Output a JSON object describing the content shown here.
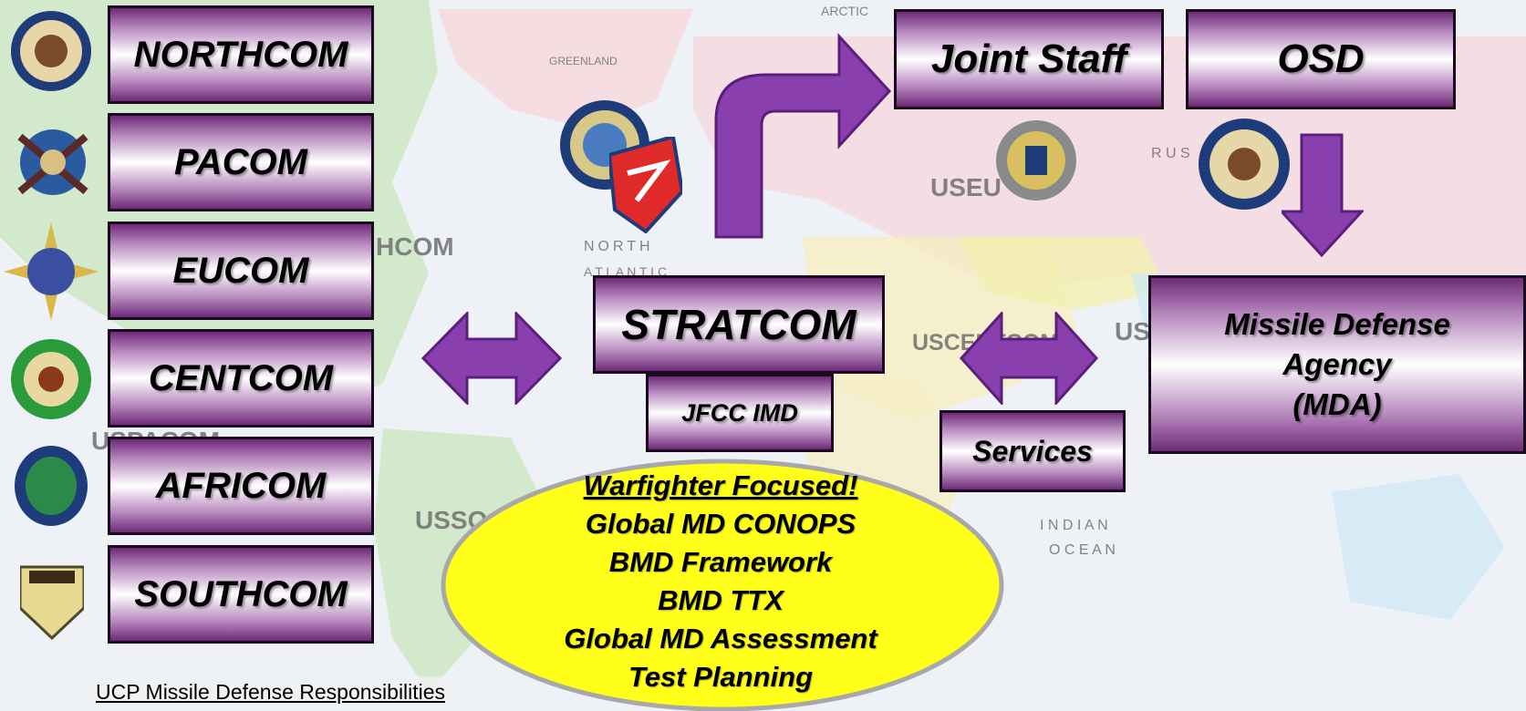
{
  "commands": [
    {
      "label": "NORTHCOM",
      "seal_icon": "northcom-seal-icon"
    },
    {
      "label": "PACOM",
      "seal_icon": "pacom-seal-icon"
    },
    {
      "label": "EUCOM",
      "seal_icon": "eucom-seal-icon"
    },
    {
      "label": "CENTCOM",
      "seal_icon": "centcom-seal-icon"
    },
    {
      "label": "AFRICOM",
      "seal_icon": "africom-seal-icon"
    },
    {
      "label": "SOUTHCOM",
      "seal_icon": "southcom-seal-icon"
    }
  ],
  "stratcom": {
    "label": "STRATCOM",
    "sub_label": "JFCC IMD"
  },
  "joint_staff": {
    "label": "Joint Staff"
  },
  "osd": {
    "label": "OSD"
  },
  "mda": {
    "line1": "Missile Defense",
    "line2": "Agency",
    "line3": "(MDA)"
  },
  "services": {
    "label": "Services"
  },
  "focus": {
    "heading": "Warfighter Focused!",
    "items": [
      "Global MD CONOPS",
      "BMD Framework",
      "BMD TTX",
      "Global MD Assessment",
      "Test Planning"
    ]
  },
  "footer": {
    "caption": "UCP Missile Defense Responsibilities"
  },
  "map_labels": {
    "greenland": "GREENLAND",
    "north": "NORTH",
    "atlantic": "A T L A N T I C",
    "arctic": "ARCTIC",
    "russia": "R U S",
    "indian": "I N D I A N",
    "ocean": "O C E A N",
    "usn": "HCOM",
    "useu": "USEU",
    "uscentcom": "USCENTCOM",
    "uspacom": "USPACOM",
    "ussocom": "USSO",
    "us": "US"
  },
  "colors": {
    "arrow": "#8a3fae",
    "arrow_dark": "#5a1f7a",
    "ellipse": "#ffff1a",
    "box_dark": "#6e2a78"
  }
}
